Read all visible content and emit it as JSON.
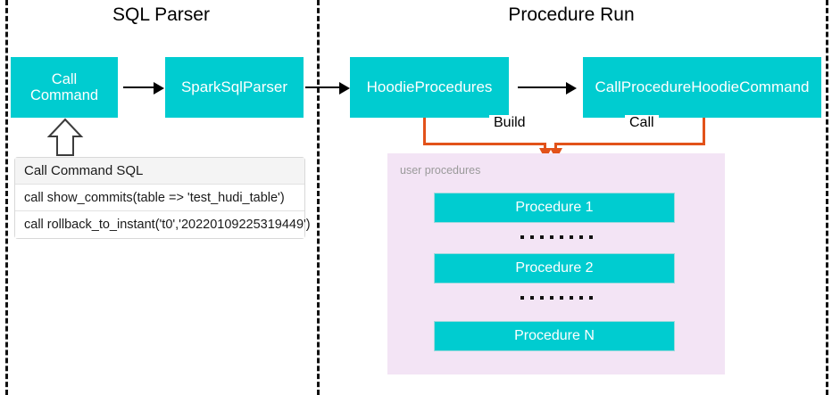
{
  "diagram": {
    "sections": [
      {
        "title": "SQL Parser"
      },
      {
        "title": "Procedure Run"
      }
    ],
    "nodes": {
      "call_command": "Call\nCommand",
      "call_command_line1": "Call",
      "call_command_line2": "Command",
      "spark_sql_parser": "SparkSqlParser",
      "hoodie_procedures": "HoodieProcedures",
      "call_procedure_hoodie_command": "CallProcedureHoodieCommand"
    },
    "edge_labels": {
      "build": "Build",
      "call": "Call"
    },
    "sql_table": {
      "header": "Call Command SQL",
      "rows": [
        "call show_commits(table => 'test_hudi_table')",
        "call rollback_to_instant('t0','20220109225319449')"
      ]
    },
    "user_procedures_panel": {
      "label": "user procedures",
      "procedures": [
        "Procedure 1",
        "Procedure 2",
        "Procedure N"
      ],
      "ellipsis_count": 8
    },
    "colors": {
      "teal": "#00ccd0",
      "orange": "#e2521a",
      "purple_panel": "#f3e4f5",
      "table_header": "#f4f4f4",
      "divider": "#111111",
      "label_gray": "#9a9a9a"
    }
  }
}
